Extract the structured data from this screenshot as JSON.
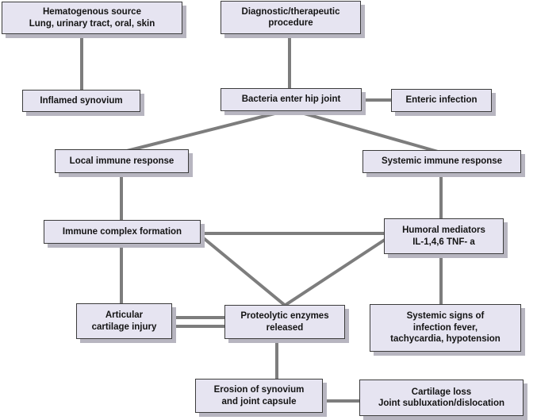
{
  "diagram": {
    "type": "flowchart",
    "subject": "Pathophysiology of bacterial infection of the hip joint",
    "nodes": {
      "hematogenous": {
        "label": "Hematogenous source\nLung, urinary tract, oral, skin"
      },
      "diagnostic": {
        "label": "Diagnostic/therapeutic\nprocedure"
      },
      "inflamed": {
        "label": "Inflamed synovium"
      },
      "bacteria": {
        "label": "Bacteria enter hip joint"
      },
      "enteric": {
        "label": "Enteric infection"
      },
      "local": {
        "label": "Local immune response"
      },
      "systemic": {
        "label": "Systemic immune response"
      },
      "immune_complex": {
        "label": "Immune complex formation"
      },
      "humoral": {
        "label": "Humoral mediators\nIL-1,4,6 TNF- a"
      },
      "articular": {
        "label": "Articular\ncartilage injury"
      },
      "proteolytic": {
        "label": "Proteolytic enzymes\nreleased"
      },
      "systemic_signs": {
        "label": "Systemic signs of\ninfection fever,\ntachycardia, hypotension"
      },
      "erosion": {
        "label": "Erosion of synovium\nand joint capsule"
      },
      "cartilage_loss": {
        "label": "Cartilage loss\nJoint subluxation/dislocation"
      }
    },
    "edges": [
      {
        "from": "hematogenous",
        "to": "inflamed",
        "style": "single"
      },
      {
        "from": "diagnostic",
        "to": "bacteria",
        "style": "single"
      },
      {
        "from": "bacteria",
        "to": "enteric",
        "style": "single"
      },
      {
        "from": "bacteria",
        "to": "local",
        "style": "single"
      },
      {
        "from": "bacteria",
        "to": "systemic",
        "style": "single"
      },
      {
        "from": "local",
        "to": "immune_complex",
        "style": "single"
      },
      {
        "from": "immune_complex",
        "to": "humoral",
        "style": "single"
      },
      {
        "from": "immune_complex",
        "to": "proteolytic",
        "style": "single"
      },
      {
        "from": "humoral",
        "to": "proteolytic",
        "style": "single"
      },
      {
        "from": "systemic",
        "to": "humoral",
        "style": "single"
      },
      {
        "from": "humoral",
        "to": "systemic_signs",
        "style": "single"
      },
      {
        "from": "immune_complex",
        "to": "articular",
        "style": "single"
      },
      {
        "from": "articular",
        "to": "proteolytic",
        "style": "double"
      },
      {
        "from": "proteolytic",
        "to": "erosion",
        "style": "single"
      },
      {
        "from": "erosion",
        "to": "cartilage_loss",
        "style": "single"
      }
    ],
    "colors": {
      "background": "#ffffff",
      "box_fill": "#e6e4f1",
      "box_border": "#3c3c3c",
      "box_shadow": "#b7b5c0",
      "connector": "#7d7d7d",
      "text": "#141414"
    }
  }
}
